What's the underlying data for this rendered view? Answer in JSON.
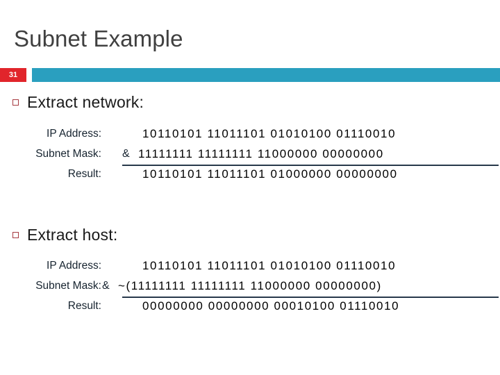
{
  "slide": {
    "title": "Subnet Example",
    "number": "31",
    "accent_color": "#2a9fbf",
    "number_box_color": "#e1252b",
    "bullet_color": "#a63a40",
    "rule_color": "#27384a"
  },
  "sections": [
    {
      "bullet_label": "Extract network:",
      "rows": [
        {
          "label": "IP Address:",
          "operator": "",
          "bits": "10110101 11011101 01010100 01110010"
        },
        {
          "label": "Subnet Mask:",
          "operator": "&",
          "bits": "11111111 11111111 11000000 00000000"
        },
        {
          "label": "Result:",
          "operator": "",
          "bits": "10110101 11011101 01000000 00000000"
        }
      ]
    },
    {
      "bullet_label": "Extract host:",
      "rows": [
        {
          "label": "IP Address:",
          "operator": "",
          "bits": "10110101 11011101 01010100 01110010"
        },
        {
          "label": "Subnet Mask:",
          "operator": "&",
          "bits": "~(11111111 11111111 11000000 00000000)"
        },
        {
          "label": "Result:",
          "operator": "",
          "bits": "00000000 00000000 00010100 01110010"
        }
      ]
    }
  ]
}
